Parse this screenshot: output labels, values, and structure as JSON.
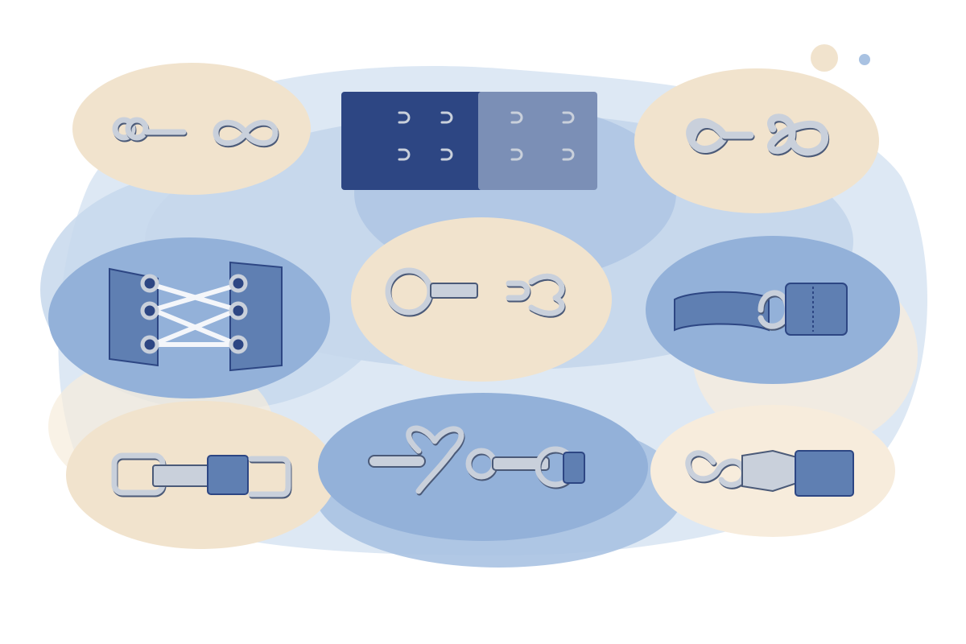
{
  "palette": {
    "background": "#ffffff",
    "blob_light": "#dde8f4",
    "blob_mid": "#a9c2e2",
    "blob_soft": "#c7d8ec",
    "beige": "#f1e3cd",
    "beige_light": "#f7ecdc",
    "blue_oval": "#93b1d9",
    "metal": "#c9d0db",
    "metal_dark": "#4b5a78",
    "fabric": "#5f7fb2",
    "fabric_dark": "#2d4683",
    "fabric_grey": "#7b8fb6",
    "lace": "#f4f6fa"
  },
  "panels": [
    {
      "id": "hook-eye-pair",
      "shape": "beige-oval",
      "icon": "hook-and-eye-icon"
    },
    {
      "id": "bra-hook-tape",
      "shape": "fabric-rectangle",
      "icon": "bra-hook-tape-icon"
    },
    {
      "id": "heavy-hook-eye",
      "shape": "beige-oval",
      "icon": "heavy-hook-and-eye-icon"
    },
    {
      "id": "corset-lacing",
      "shape": "blue-oval",
      "icon": "lacing-grommets-icon"
    },
    {
      "id": "ring-hook",
      "shape": "beige-oval",
      "icon": "ring-and-hook-icon"
    },
    {
      "id": "strap-buckle",
      "shape": "blue-oval",
      "icon": "strap-d-ring-icon"
    },
    {
      "id": "slide-buckle",
      "shape": "beige-oval",
      "icon": "slide-buckle-icon"
    },
    {
      "id": "chain-hook",
      "shape": "blue-oval",
      "icon": "chain-hook-icon"
    },
    {
      "id": "trouser-hook",
      "shape": "beige-oval",
      "icon": "trouser-hook-tab-icon"
    }
  ]
}
